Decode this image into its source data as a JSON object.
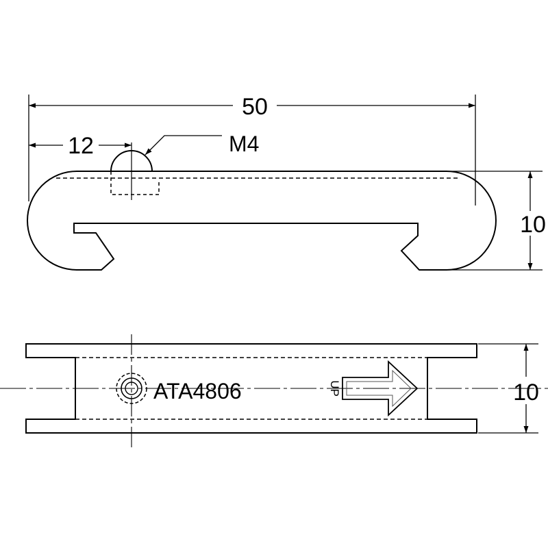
{
  "drawing": {
    "dimensions": {
      "overall_length": "50",
      "hole_offset": "12",
      "side_height": "10",
      "plan_width": "10"
    },
    "callouts": {
      "thread": "M4",
      "part_number": "ATA4806",
      "direction": "UP"
    },
    "colors": {
      "line": "#000000",
      "background": "#ffffff"
    }
  }
}
